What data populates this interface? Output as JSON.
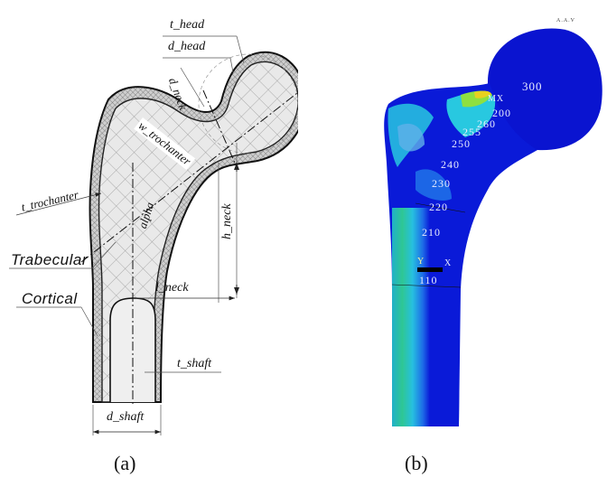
{
  "figure": {
    "panel_a": {
      "caption": "(a)",
      "title": "Parametric femur geometry drawing",
      "labels": {
        "t_head": "t_head",
        "d_head": "d_head",
        "d_neck": "d_neck",
        "w_trochanter": "w_trochanter",
        "t_trochanter": "t_trochanter",
        "alpha": "alpha",
        "h_neck": "h_neck",
        "trabecular": "Trabecular",
        "l_neck": "l_neck",
        "cortical": "Cortical",
        "t_shaft": "t_shaft",
        "d_shaft": "d_shaft"
      }
    },
    "panel_b": {
      "caption": "(b)",
      "title": "FEA stress contour of femur",
      "node_labels": [
        "300",
        "MX",
        "200",
        "260",
        "255",
        "250",
        "240",
        "230",
        "220",
        "210",
        "110"
      ],
      "axis_labels": {
        "y": "Y",
        "x": "X"
      },
      "corner_text": "A.A.V",
      "colors": {
        "low": "#0a1ad8",
        "mid_low": "#1e6fe8",
        "mid": "#28c8e0",
        "mid_high": "#22d890",
        "high": "#8ee040",
        "max": "#e8d020"
      }
    }
  }
}
